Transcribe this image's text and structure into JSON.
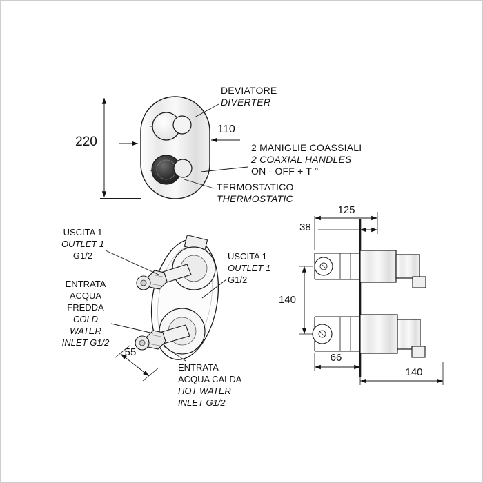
{
  "views": {
    "front": {
      "dim_height": "220",
      "dim_width": "110",
      "callout_diverter_it": "DEVIATORE",
      "callout_diverter_en": "DIVERTER",
      "callout_handles_it": "2 MANIGLIE COASSIALI",
      "callout_handles_en": "2 COAXIAL HANDLES",
      "callout_handles_note": "ON - OFF + T °",
      "callout_thermo_it": "TERMOSTATICO",
      "callout_thermo_en": "THERMOSTATIC"
    },
    "side": {
      "dim_spacing": "55",
      "outlet_left_l1": "USCITA 1",
      "outlet_left_l2": "OUTLET 1",
      "outlet_left_l3": "G1/2",
      "cold_l1": "ENTRATA",
      "cold_l2": "ACQUA",
      "cold_l3": "FREDDA",
      "cold_l4": "COLD",
      "cold_l5": "WATER",
      "cold_l6": "INLET G1/2",
      "outlet_right_l1": "USCITA 1",
      "outlet_right_l2": "OUTLET 1",
      "outlet_right_l3": "G1/2",
      "hot_l1": "ENTRATA",
      "hot_l2": "ACQUA CALDA",
      "hot_l3": "HOT WATER",
      "hot_l4": "INLET G1/2"
    },
    "section": {
      "dim_width_total": "125",
      "dim_plate": "38",
      "dim_centers": "140",
      "dim_depth": "66",
      "dim_projection": "140"
    }
  }
}
